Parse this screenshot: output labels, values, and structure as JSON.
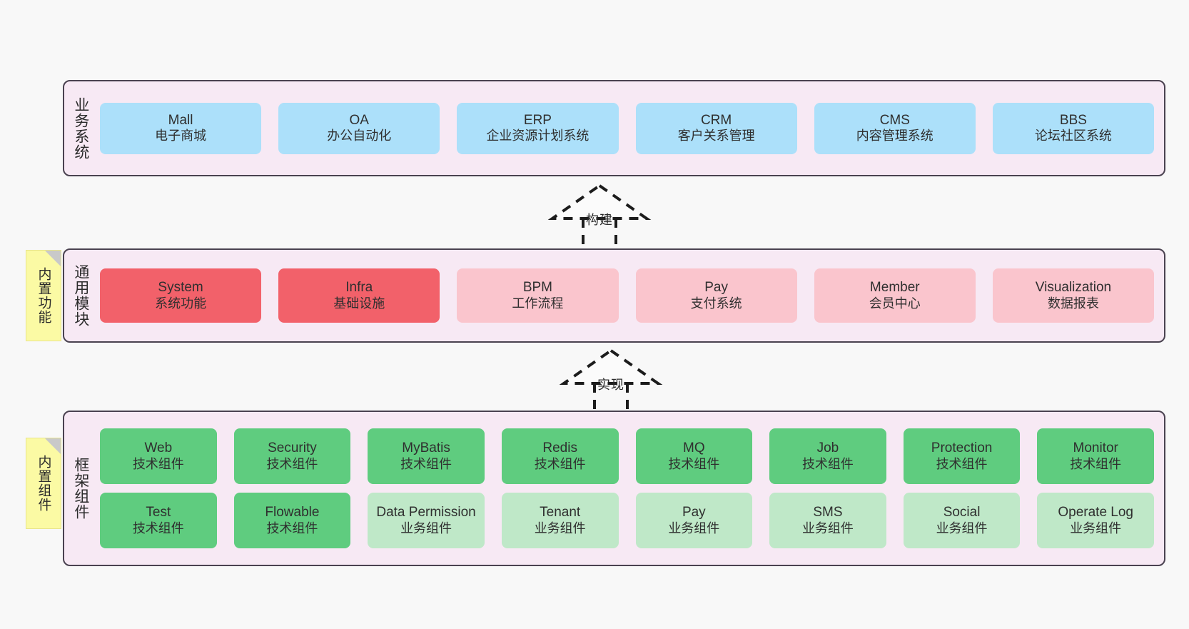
{
  "diagram": {
    "title": "ruoyi-vue-pro architecture layers",
    "colors": {
      "canvas_bg": "#f8f8f8",
      "layer_bg": "#f7e9f4",
      "layer_border": "#4a4250",
      "business_node": "#ace0fa",
      "common_core_node": "#f2616a",
      "common_node": "#fac5cd",
      "tech_component_node": "#5fcc7f",
      "biz_component_node": "#bfe8c8",
      "note_bg": "#fbfaa4",
      "note_fold": "#c9c9c9"
    }
  },
  "layers": [
    {
      "id": "business",
      "title": "业务系统",
      "rows": [
        {
          "nodes": [
            {
              "en": "Mall",
              "cn": "电子商城",
              "color": "c-blue"
            },
            {
              "en": "OA",
              "cn": "办公自动化",
              "color": "c-blue"
            },
            {
              "en": "ERP",
              "cn": "企业资源计划系统",
              "color": "c-blue"
            },
            {
              "en": "CRM",
              "cn": "客户关系管理",
              "color": "c-blue"
            },
            {
              "en": "CMS",
              "cn": "内容管理系统",
              "color": "c-blue"
            },
            {
              "en": "BBS",
              "cn": "论坛社区系统",
              "color": "c-blue"
            }
          ]
        }
      ]
    },
    {
      "id": "common",
      "title": "通用模块",
      "note": "内置功能",
      "rows": [
        {
          "nodes": [
            {
              "en": "System",
              "cn": "系统功能",
              "color": "c-red"
            },
            {
              "en": "Infra",
              "cn": "基础设施",
              "color": "c-red"
            },
            {
              "en": "BPM",
              "cn": "工作流程",
              "color": "c-pink"
            },
            {
              "en": "Pay",
              "cn": "支付系统",
              "color": "c-pink"
            },
            {
              "en": "Member",
              "cn": "会员中心",
              "color": "c-pink"
            },
            {
              "en": "Visualization",
              "cn": "数据报表",
              "color": "c-pink"
            }
          ]
        }
      ]
    },
    {
      "id": "framework",
      "title": "框架组件",
      "note": "内置组件",
      "rows": [
        {
          "nodes": [
            {
              "en": "Web",
              "cn": "技术组件",
              "color": "c-green"
            },
            {
              "en": "Security",
              "cn": "技术组件",
              "color": "c-green"
            },
            {
              "en": "MyBatis",
              "cn": "技术组件",
              "color": "c-green"
            },
            {
              "en": "Redis",
              "cn": "技术组件",
              "color": "c-green"
            },
            {
              "en": "MQ",
              "cn": "技术组件",
              "color": "c-green"
            },
            {
              "en": "Job",
              "cn": "技术组件",
              "color": "c-green"
            },
            {
              "en": "Protection",
              "cn": "技术组件",
              "color": "c-green"
            },
            {
              "en": "Monitor",
              "cn": "技术组件",
              "color": "c-green"
            }
          ]
        },
        {
          "nodes": [
            {
              "en": "Test",
              "cn": "技术组件",
              "color": "c-green"
            },
            {
              "en": "Flowable",
              "cn": "技术组件",
              "color": "c-green"
            },
            {
              "en": "Data Permission",
              "cn": "业务组件",
              "color": "c-green-light",
              "wrap": true
            },
            {
              "en": "Tenant",
              "cn": "业务组件",
              "color": "c-green-light"
            },
            {
              "en": "Pay",
              "cn": "业务组件",
              "color": "c-green-light"
            },
            {
              "en": "SMS",
              "cn": "业务组件",
              "color": "c-green-light"
            },
            {
              "en": "Social",
              "cn": "业务组件",
              "color": "c-green-light"
            },
            {
              "en": "Operate Log",
              "cn": "业务组件",
              "color": "c-green-light"
            }
          ]
        }
      ]
    }
  ],
  "connectors": [
    {
      "id": "build",
      "label": "构建",
      "from": "common",
      "to": "business"
    },
    {
      "id": "realize",
      "label": "实现",
      "from": "framework",
      "to": "common"
    }
  ]
}
